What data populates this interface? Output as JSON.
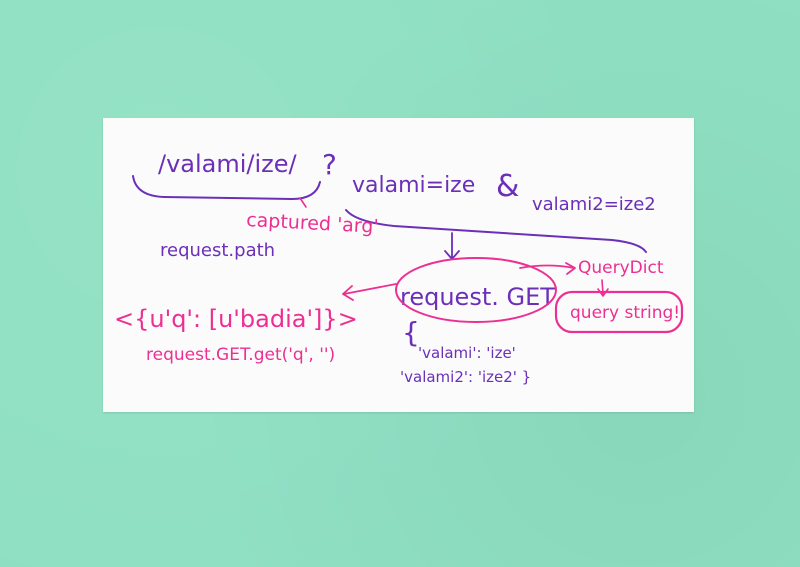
{
  "note": {
    "url_path": "/valami/ize/",
    "question_mark": "?",
    "query_part1": "valami=ize",
    "ampersand": "&",
    "query_part2": "valami2=ize2",
    "captured_label": "captured 'arg'",
    "request_path": "request.path",
    "request_get": "request. GET",
    "querydict": "QueryDict",
    "query_string": "query string!",
    "dict_example": "<{u'q': [u'badia']}>",
    "get_call": "request.GET.get('q', '')",
    "brace": "{",
    "dict_line1": "'valami': 'ize'",
    "dict_line2": "'valami2': 'ize2' }"
  },
  "colors": {
    "background": "#8fe0c3",
    "paper": "#fbfbfb",
    "purple_ink": "#6b2fb8",
    "pink_ink": "#ec2f93"
  }
}
